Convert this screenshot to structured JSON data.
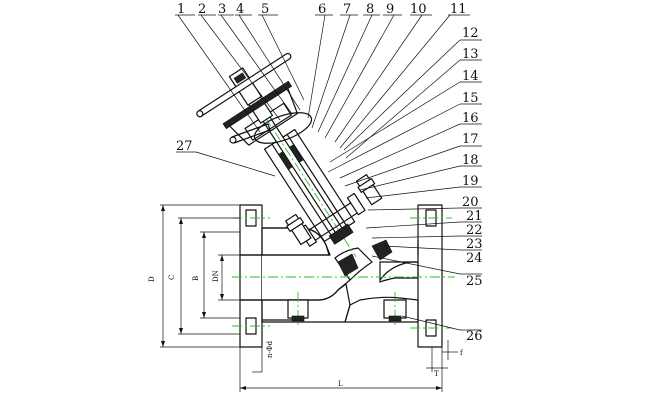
{
  "callouts": [
    "1",
    "2",
    "3",
    "4",
    "5",
    "6",
    "7",
    "8",
    "9",
    "10",
    "11",
    "12",
    "13",
    "14",
    "15",
    "16",
    "17",
    "18",
    "19",
    "20",
    "21",
    "22",
    "23",
    "24",
    "25",
    "26",
    "27"
  ],
  "dimensions": {
    "D": "D",
    "C": "C",
    "B": "B",
    "DN": "DN",
    "nd": "n-Φd",
    "f": "f",
    "T": "T",
    "L": "L"
  }
}
